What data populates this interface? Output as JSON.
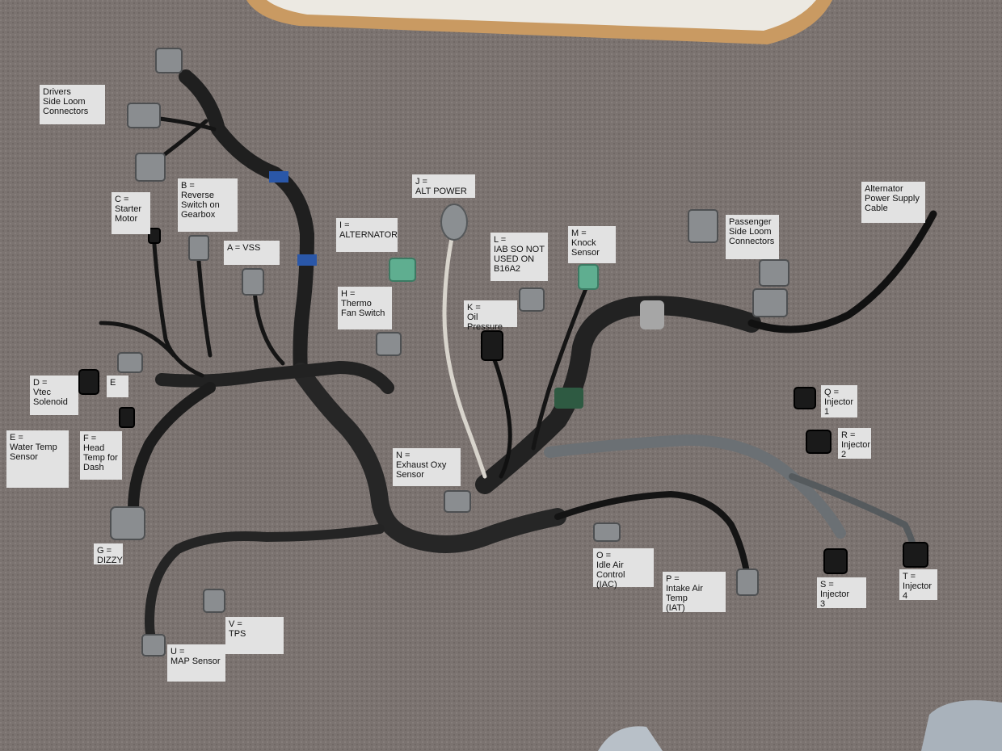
{
  "photo": {
    "subject": "engine-wiring-harness",
    "background": "carpet"
  },
  "labels": {
    "drivers_side": "Drivers\nSide Loom\nConnectors",
    "reverse": "B =\nReverse\nSwitch on\nGearbox",
    "starter": "C =\nStarter\nMotor",
    "vss": "A = VSS",
    "alternator": "I =\nALTERNATOR",
    "alt_power": "J =\nALT POWER",
    "iab": "L =\nIAB SO NOT\nUSED ON\nB16A2",
    "knock": "M =\nKnock\nSensor",
    "passenger_side": "Passenger\nSide Loom\nConnectors",
    "alt_cable": "Alternator\nPower Supply\nCable",
    "thermo": "H =\nThermo\nFan Switch",
    "oil": "K =\nOil Pressure",
    "vtec": "D =\nVtec\nSolenoid",
    "e_small": "E",
    "water_temp": "E =\nWater Temp\nSensor",
    "head_temp": "F =\nHead\nTemp for\nDash",
    "oxy": "N =\nExhaust Oxy\nSensor",
    "dizzy": "G =\nDIZZY",
    "inj1": "Q =\nInjector\n1",
    "inj2": "R =\nInjector\n2",
    "iac": "O =\nIdle Air Control\n(IAC)",
    "iat": "P =\nIntake Air Temp\n(IAT)",
    "inj3": "S =\nInjector\n3",
    "inj4": "T =\nInjector\n4",
    "tps": "V =\nTPS",
    "map": "U =\nMAP Sensor"
  }
}
